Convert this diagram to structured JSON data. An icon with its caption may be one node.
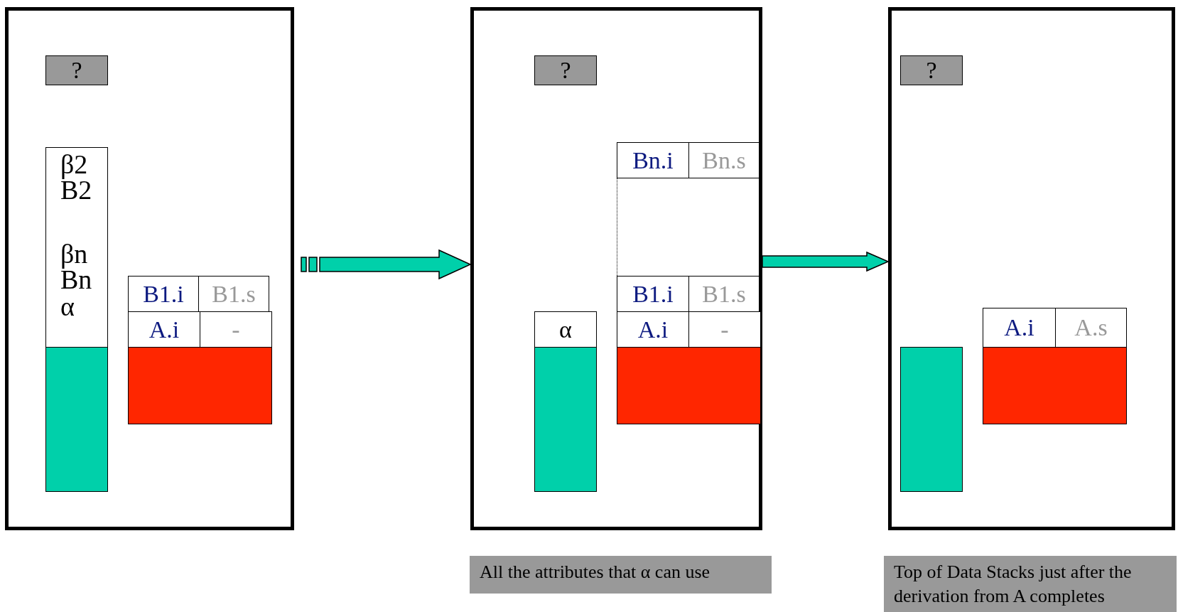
{
  "diagram": {
    "nodes": [
      {
        "text": [],
        "shape": "box"
      },
      {
        "text": [
          "?"
        ],
        "in": 0
      },
      {
        "text": [
          "β2",
          "B2",
          "βn",
          "Bn",
          "α"
        ],
        "in": 0
      },
      {
        "text": [],
        "shape": "box",
        "in": 0
      },
      {
        "text": [
          "B1.i"
        ],
        "in": 0
      },
      {
        "text": [
          "B1.s"
        ],
        "in": 0
      },
      {
        "text": [
          "A.i"
        ],
        "in": 0
      },
      {
        "text": [
          "-"
        ],
        "in": 0
      },
      {
        "text": [],
        "shape": "box",
        "in": 0
      },
      {
        "text": [],
        "shape": "box",
        "beside": [
          "All the attributes that α can use"
        ]
      },
      {
        "text": [
          "?"
        ],
        "in": 9
      },
      {
        "text": [
          "Bn.i"
        ],
        "in": 9
      },
      {
        "text": [
          "Bn.s"
        ],
        "in": 9
      },
      {
        "text": [
          "B1.i"
        ],
        "in": 9
      },
      {
        "text": [
          "B1.s"
        ],
        "in": 9
      },
      {
        "text": [
          "α"
        ],
        "in": 9
      },
      {
        "text": [
          "A.i"
        ],
        "in": 9
      },
      {
        "text": [
          "-"
        ],
        "in": 9
      },
      {
        "text": [],
        "shape": "box",
        "in": 9
      },
      {
        "text": [],
        "shape": "box",
        "in": 9
      },
      {
        "text": [],
        "shape": "box",
        "beside": [
          "Top of Data Stacks just after the derivation from A completes"
        ]
      },
      {
        "text": [
          "?"
        ],
        "in": 20
      },
      {
        "text": [],
        "shape": "box",
        "in": 20
      },
      {
        "text": [
          "A.i"
        ],
        "in": 20
      },
      {
        "text": [
          "A.s"
        ],
        "in": 20
      },
      {
        "text": [],
        "shape": "box",
        "in": 20
      }
    ],
    "edges": [
      {
        "from": 0,
        "to": 9,
        "arrow": "to",
        "style": "dashed",
        "color": "#00d0aa"
      },
      {
        "from": 9,
        "to": 20,
        "arrow": "to",
        "color": "#00d0aa"
      }
    ]
  }
}
